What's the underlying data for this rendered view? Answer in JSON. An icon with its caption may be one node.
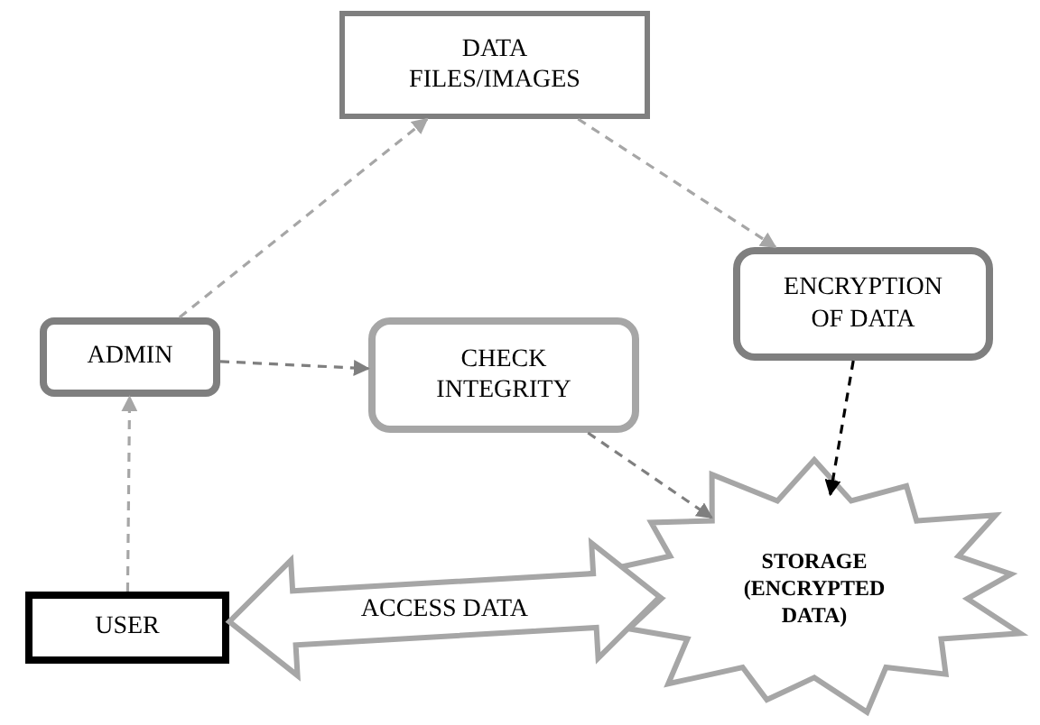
{
  "diagram": {
    "nodes": [
      {
        "text": [
          "DATA FILES/IMAGES"
        ]
      },
      {
        "text": [
          "ADMIN"
        ]
      },
      {
        "text": [
          "CHECK INTEGRITY"
        ]
      },
      {
        "text": [
          "ENCRYPTION OF DATA"
        ]
      },
      {
        "text": [
          "STORAGE (ENCRYPTED DATA)"
        ]
      },
      {
        "text": [
          "USER"
        ]
      }
    ],
    "edges": [
      {
        "from": 1,
        "to": 0,
        "arrow": "to",
        "style": "dashed"
      },
      {
        "from": 0,
        "to": 3,
        "arrow": "to",
        "style": "dashed"
      },
      {
        "from": 1,
        "to": 2,
        "arrow": "to",
        "style": "dashed",
        "color": "#7f7f7f"
      },
      {
        "from": 2,
        "to": 4,
        "arrow": "to",
        "style": "dashed",
        "color": "#7f7f7f"
      },
      {
        "from": 3,
        "to": 4,
        "arrow": "to",
        "style": "dashed",
        "color": "#000000"
      },
      {
        "from": 5,
        "to": 1,
        "arrow": "to",
        "style": "dashed"
      },
      {
        "from": 5,
        "to": 4,
        "arrow": "both",
        "style": "thick",
        "label": "ACCESS DATA"
      }
    ]
  }
}
